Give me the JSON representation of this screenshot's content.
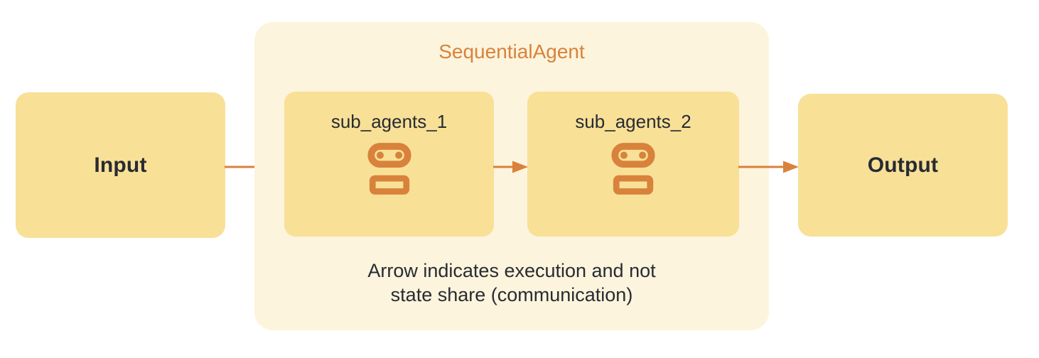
{
  "colors": {
    "accent": "#D8823C",
    "node-fill": "#F8E097",
    "group-fill": "#FCF4DC",
    "text-dark": "#282B32"
  },
  "diagram": {
    "input_label": "Input",
    "output_label": "Output",
    "group_title": "SequentialAgent",
    "sub_agents": [
      {
        "label": "sub_agents_1",
        "icon": "robot-icon"
      },
      {
        "label": "sub_agents_2",
        "icon": "robot-icon"
      }
    ],
    "note": {
      "line1": "Arrow indicates execution and not",
      "line2": "state share (communication)"
    },
    "arrows": [
      {
        "name": "arrow-input-to-sub1"
      },
      {
        "name": "arrow-sub1-to-sub2"
      },
      {
        "name": "arrow-sub2-to-output"
      }
    ]
  }
}
